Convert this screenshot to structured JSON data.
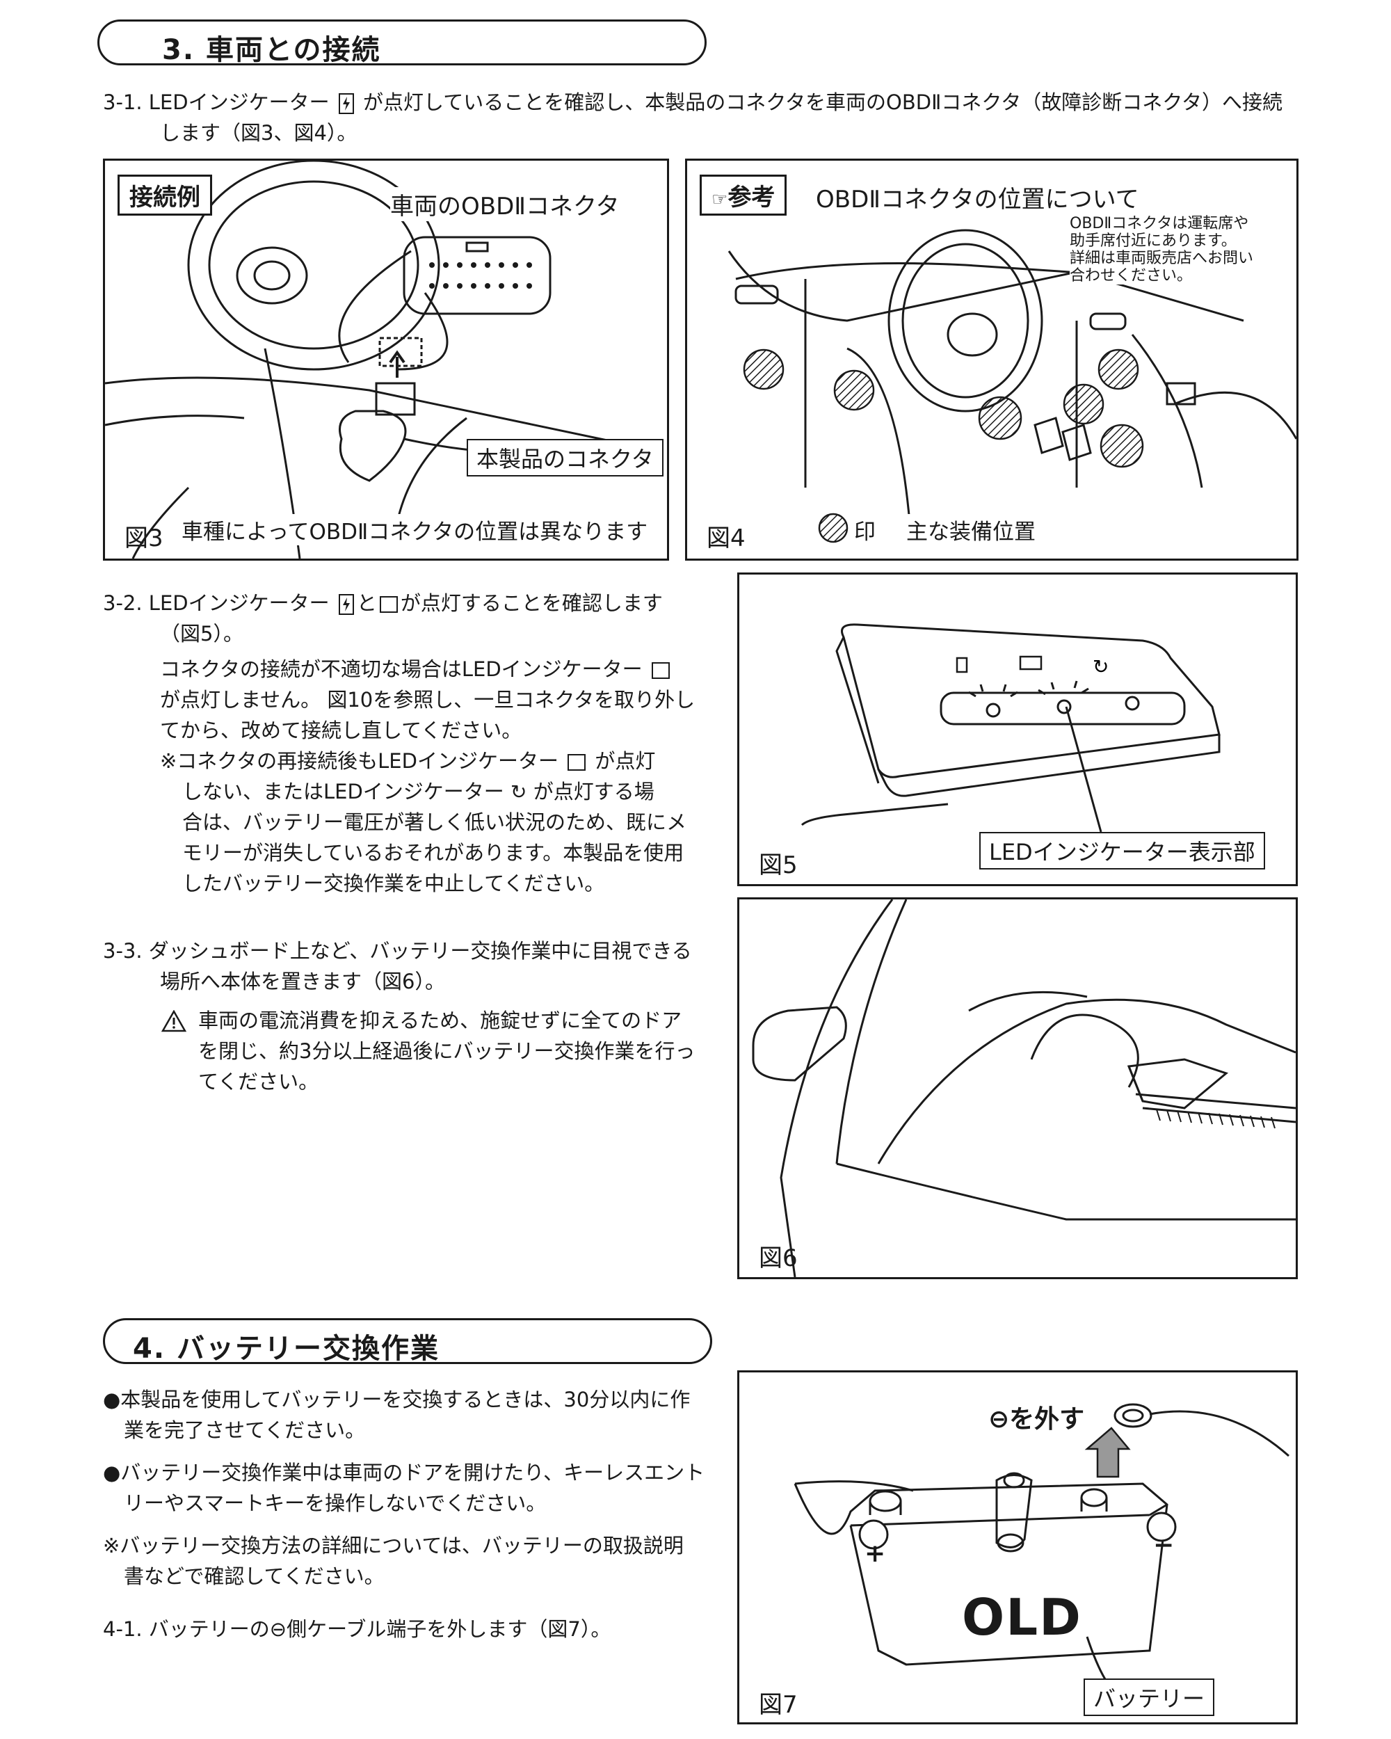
{
  "section3": {
    "title": "3. 車両との接続",
    "step1": {
      "lines": [
        "3-1. LEDインジケーター [icon] が点灯していることを確認し、本製品のコネクタを車両のOBDⅡコネクタ（故障診断コネクタ）へ接続",
        "　　 します（図3、図4）。"
      ],
      "icon": "battery-charge-icon"
    },
    "fig3": {
      "tag": "接続例",
      "label_vehicle_connector": "車両のOBDⅡコネクタ",
      "label_product_connector": "本製品のコネクタ",
      "caption_note": "車種によってOBDⅡコネクタの位置は異なります",
      "fig_label": "図3"
    },
    "fig4": {
      "tag": "参考",
      "tag_icon": "pointing-hand-icon",
      "title": "OBDⅡコネクタの位置について",
      "note_lines": [
        "OBDⅡコネクタは運転席や",
        "助手席付近にあります。",
        "詳細は車両販売店へお問い",
        "合わせください。"
      ],
      "legend_symbol": "hatched-circle-icon",
      "legend_mark": "印",
      "legend_text": "主な装備位置",
      "fig_label": "図4"
    },
    "step2": {
      "lines": [
        "3-2. LEDインジケーター [icon]と[icon]が点灯することを確認します",
        "（図5）。"
      ],
      "para1": [
        "コネクタの接続が不適切な場合はLEDインジケーター [icon]",
        "が点灯しません。 図10を参照し、一旦コネクタを取り外し",
        "てから、改めて接続し直してください。"
      ],
      "para2": [
        "※コネクタの再接続後もLEDインジケーター [icon] が点灯",
        "しない、またはLEDインジケーター [icon] が点灯する場",
        "合は、バッテリー電圧が著しく低い状況のため、既にメ",
        "モリーが消失しているおそれがあります。本製品を使用",
        "したバッテリー交換作業を中止してください。"
      ]
    },
    "fig5": {
      "callout": "LEDインジケーター表示部",
      "fig_label": "図5"
    },
    "step3": {
      "lines": [
        "3-3. ダッシュボード上など、バッテリー交換作業中に目視できる",
        "場所へ本体を置きます（図6）。"
      ],
      "warning_icon": "warning-triangle-icon",
      "warning": [
        "車両の電流消費を抑えるため、施錠せずに全てのドア",
        "を閉じ、約3分以上経過後にバッテリー交換作業を行っ",
        "てください。"
      ]
    },
    "fig6": {
      "fig_label": "図6"
    }
  },
  "section4": {
    "title": "4. バッテリー交換作業",
    "bullet1": [
      "●本製品を使用してバッテリーを交換するときは、30分以内に作",
      "業を完了させてください。"
    ],
    "bullet2": [
      "●バッテリー交換作業中は車両のドアを開けたり、キーレスエント",
      "リーやスマートキーを操作しないでください。"
    ],
    "note": [
      "※バッテリー交換方法の詳細については、バッテリーの取扱説明",
      "書などで確認してください。"
    ],
    "step1": "4-1. バッテリーの⊖側ケーブル端子を外します（図7）。",
    "fig7": {
      "remove_label": "⊖を外す",
      "plus": "+",
      "minus": "−",
      "battery_text": "OLD",
      "callout": "バッテリー",
      "fig_label": "図7"
    }
  }
}
